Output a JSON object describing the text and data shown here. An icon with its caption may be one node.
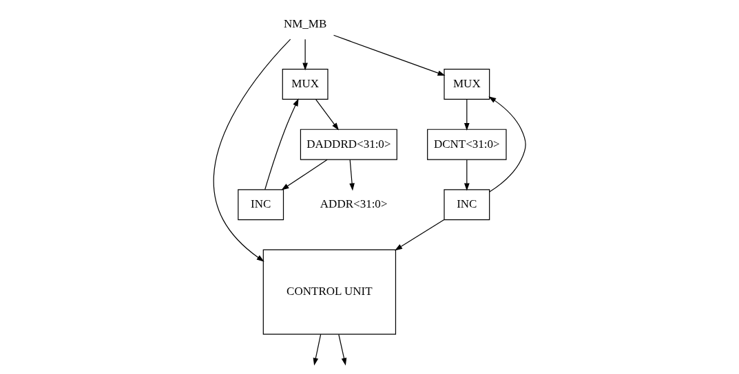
{
  "diagram": {
    "nodes": [
      {
        "text": [
          "NM_MB"
        ]
      },
      {
        "text": [
          "CONTROL UNIT"
        ]
      },
      {
        "text": [
          "MUX"
        ]
      },
      {
        "text": [
          "DADDRD<31:0>"
        ]
      },
      {
        "text": [
          "INC"
        ]
      },
      {
        "text": [
          "MUX"
        ]
      },
      {
        "text": [
          "DCNT<31:0>"
        ]
      },
      {
        "text": [
          "INC"
        ]
      },
      {
        "text": [
          "ADDR<31:0>"
        ]
      }
    ],
    "edges": [
      {
        "from": 0,
        "to": 1,
        "arrow": "to"
      },
      {
        "from": 0,
        "to": 2,
        "arrow": "to"
      },
      {
        "from": 0,
        "to": 5,
        "arrow": "to"
      },
      {
        "from": 2,
        "to": 3,
        "arrow": "to"
      },
      {
        "from": 5,
        "to": 6,
        "arrow": "to"
      },
      {
        "from": 3,
        "to": 4,
        "arrow": "to"
      },
      {
        "from": 3,
        "to": 8,
        "arrow": "to"
      },
      {
        "from": 6,
        "to": 7,
        "arrow": "to"
      },
      {
        "from": 4,
        "to": 2,
        "arrow": "to"
      },
      {
        "from": 7,
        "to": 5,
        "arrow": "to"
      },
      {
        "from": 7,
        "to": 1,
        "arrow": "to"
      },
      {
        "from": 1,
        "to": null,
        "arrow": "to"
      },
      {
        "from": 1,
        "to": null,
        "arrow": "to"
      }
    ]
  }
}
